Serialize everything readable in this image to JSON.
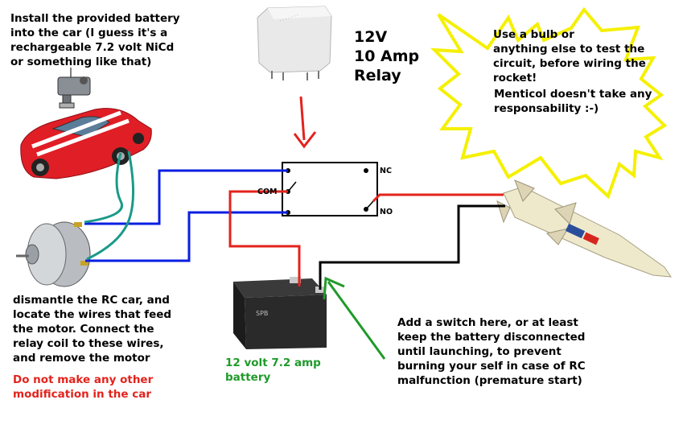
{
  "relay_title": "12V\n10 Amp\nRelay",
  "pins": {
    "nc": "NC",
    "com": "COM",
    "no": "NO"
  },
  "notes": {
    "battery_install": "Install the provided battery\ninto the car (I guess it's a\nrechargeable 7.2 volt NiCd\nor something like that)",
    "test_bulb": "Use a bulb or\nanything else to test the\ncircuit, before wiring the\nrocket!",
    "responsibility": "Menticol doesn't take any\nresponsability :-)",
    "dismantle": "dismantle the RC car, and\nlocate the wires that feed\nthe motor. Connect the\nrelay coil to these wires,\nand remove the motor",
    "no_modification": "Do not make any other\nmodification in the car",
    "battery_label": "12 volt 7.2 amp\nbattery",
    "switch_note": "Add a switch here, or at least\nkeep the battery disconnected\nuntil launching, to prevent\nburning your self in case of RC\nmalfunction (premature start)"
  },
  "colors": {
    "blue_wire": "#0a1ee0",
    "red_wire": "#e3231c",
    "black_wire": "#000000",
    "teal_wire": "#1a9a8a",
    "green_arrow": "#1f9a2a",
    "burst": "#f5f000"
  },
  "icons": [
    "rc-car-icon",
    "remote-control-icon",
    "motor-icon",
    "relay-icon",
    "battery-icon",
    "rocket-icon",
    "starburst-icon"
  ]
}
